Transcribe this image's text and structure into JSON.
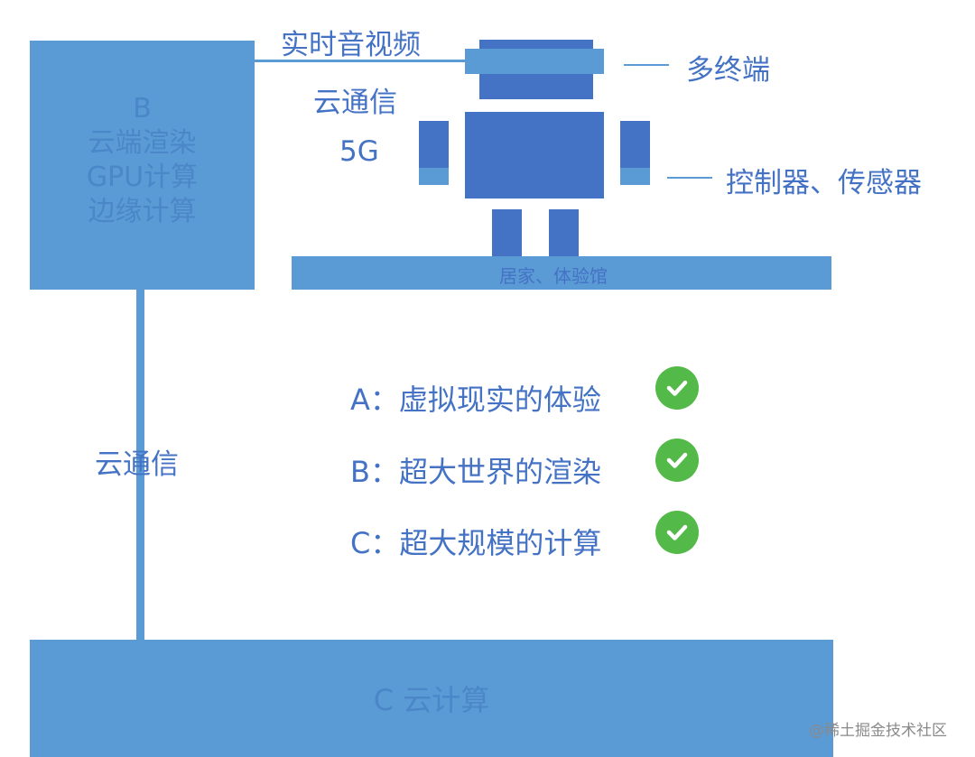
{
  "block_b": {
    "lines": [
      "B",
      "云端渲染",
      "GPU计算",
      "边缘计算"
    ]
  },
  "labels": {
    "realtime_av": "实时音视频",
    "cloud_comm_top": "云通信",
    "five_g": "5G",
    "multi_terminal": "多终端",
    "controllers_sensors": "控制器、传感器",
    "home_venue": "居家、体验馆",
    "cloud_comm_vertical": "云通信"
  },
  "checklist": [
    {
      "text": "A：虚拟现实的体验",
      "status": "check-icon"
    },
    {
      "text": "B：超大世界的渲染",
      "status": "check-icon"
    },
    {
      "text": "C：超大规模的计算",
      "status": "check-icon"
    }
  ],
  "block_c": {
    "label": "C 云计算"
  },
  "watermark": "@稀土掘金技术社区",
  "colors": {
    "block": "#5b9bd5",
    "robot": "#4472c4",
    "check": "#53b948",
    "text": "#4472c4"
  }
}
